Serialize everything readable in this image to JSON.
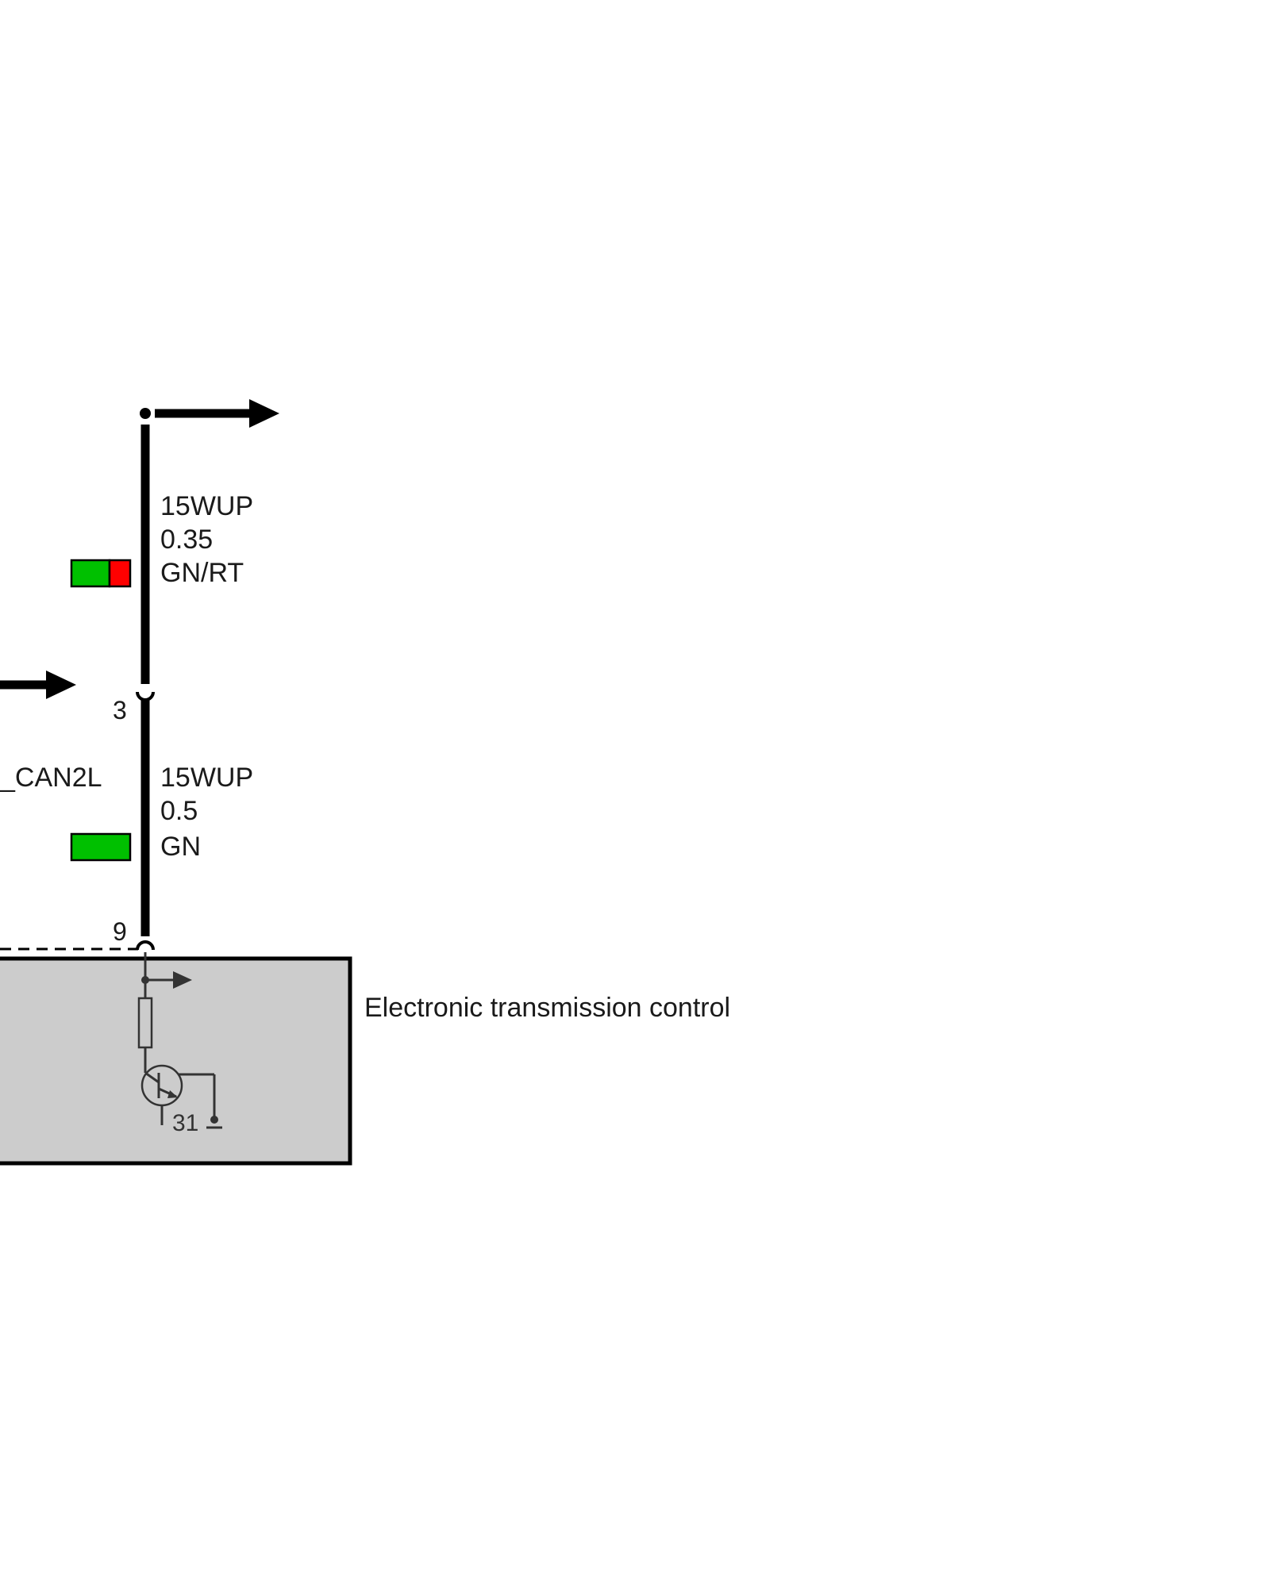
{
  "colors": {
    "wire": "#000000",
    "module_fill": "#cccccc",
    "module_stroke": "#000000",
    "green": "#00c000",
    "red": "#ff0000",
    "symbol": "#333333"
  },
  "upper_wire": {
    "signal": "15WUP",
    "cross_section": "0.35",
    "color_code": "GN/RT",
    "swatch_colors": [
      "green",
      "red"
    ]
  },
  "connector": {
    "pin": "3"
  },
  "left_signal": {
    "label": "_CAN2L"
  },
  "lower_wire": {
    "signal": "15WUP",
    "cross_section": "0.5",
    "color_code": "GN",
    "swatch_colors": [
      "green"
    ]
  },
  "module": {
    "pin": "9",
    "name": "Electronic transmission control",
    "ground_terminal": "31"
  }
}
